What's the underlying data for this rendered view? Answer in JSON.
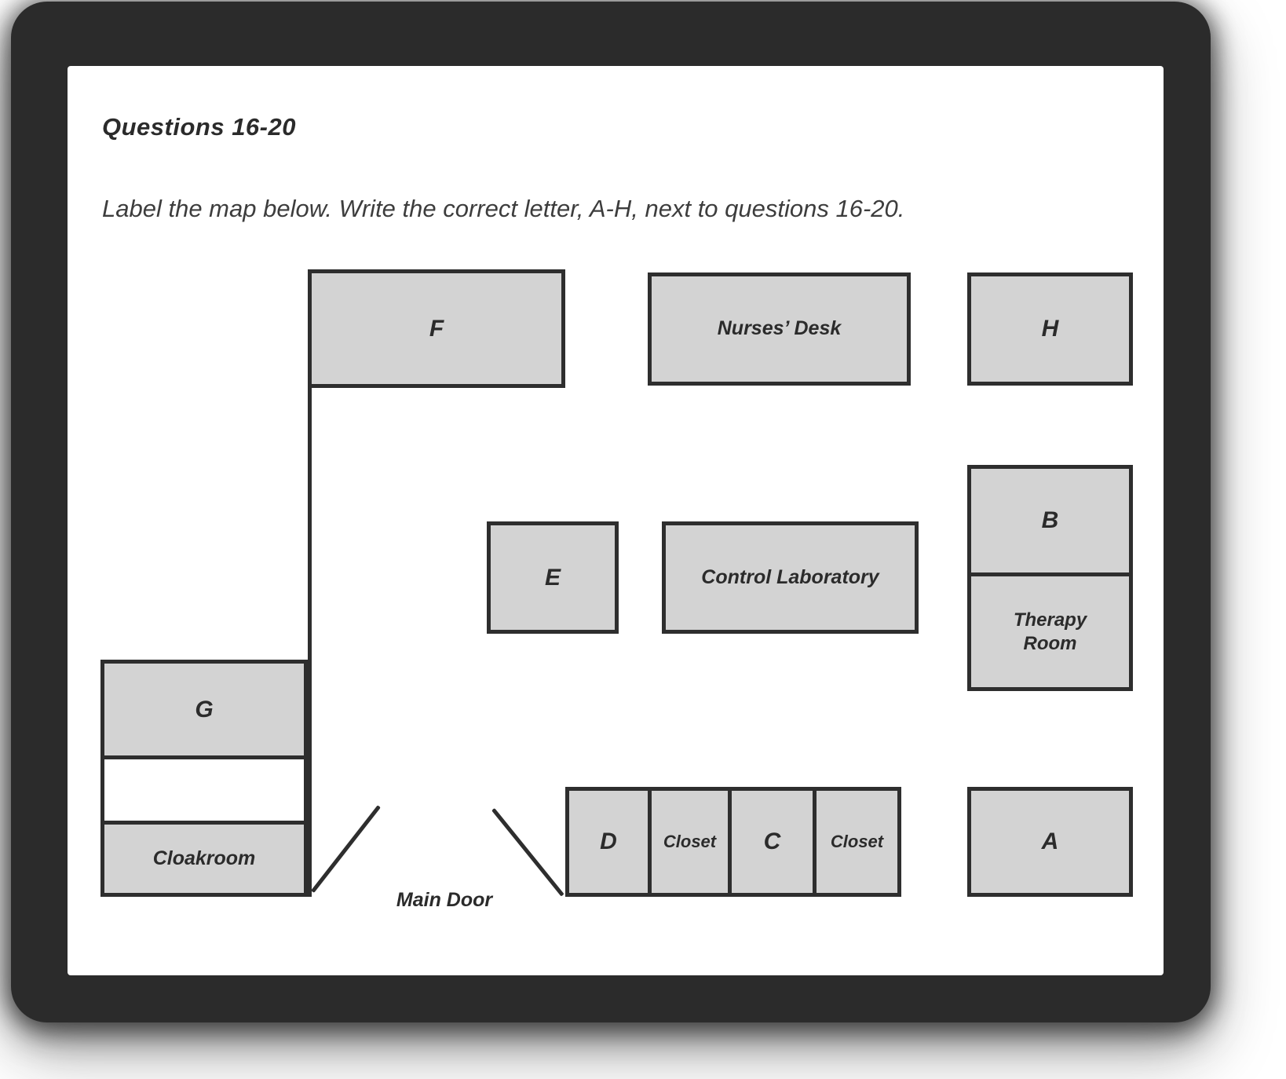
{
  "page": {
    "title": "Questions 16-20",
    "instruction": "Label the map below. Write the correct letter, A-H, next to questions 16-20."
  },
  "map": {
    "rooms": [
      {
        "label": "F"
      },
      {
        "label": "Nurses’ Desk"
      },
      {
        "label": "H"
      },
      {
        "label": "B"
      },
      {
        "label": "Therapy Room"
      },
      {
        "label": "E"
      },
      {
        "label": "Control Laboratory"
      },
      {
        "label": "G"
      },
      {
        "label": "Cloakroom"
      },
      {
        "label": "D"
      },
      {
        "label": "Closet"
      },
      {
        "label": "C"
      },
      {
        "label": "Closet"
      },
      {
        "label": "A"
      }
    ],
    "main_door_label": "Main Door"
  },
  "colors": {
    "room_fill": "#d3d3d3",
    "room_border": "#2e2e2e",
    "ink": "#2b2b2b",
    "frame": "#2b2b2b"
  }
}
